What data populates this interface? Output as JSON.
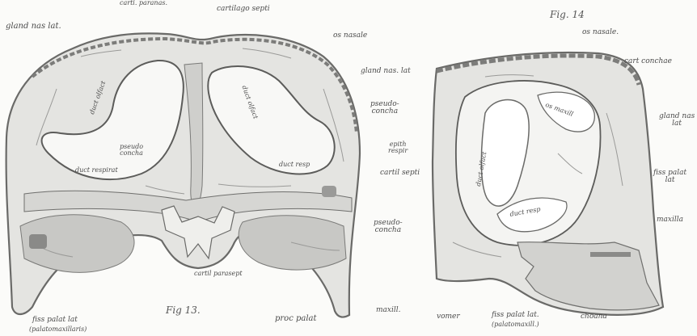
{
  "figures": [
    {
      "title": "Fig 13.",
      "labels": {
        "carti_paranas": "carti. paranas.",
        "cartilago_septi": "cartilago septi",
        "gland_nas_lat_top": "gland nas lat.",
        "os_nasale": "os nasale",
        "gland_nas_lat_right": "gland nas. lat",
        "pseudoconcha_top": "pseudo-\nconcha",
        "epith_respir": "epith\nrespir",
        "cartil_septi": "cartil septi",
        "pseudoconcha_low": "pseudo-\nconcha",
        "maxill": "maxill.",
        "proc_palat": "proc palat",
        "cartil_parasept": "cartil parasept",
        "fiss_palat_lat": "fiss palat lat",
        "palatomaxillaris": "(palatomaxillaris)",
        "duct_olfact_left": "duct olfact",
        "duct_olfact_right": "duct olfact",
        "pseudo_concha_inner": "pseudo\nconcha",
        "duct_respirat": "duct respirat",
        "duct_resp_right": "duct resp"
      }
    },
    {
      "title": "Fig. 14",
      "labels": {
        "os_nasale": "os nasale.",
        "cart_conchae": "cart conchae",
        "gland_nas_lat": "gland nas\nlat",
        "fiss_palat_lat_right": "fiss palat\nlat",
        "maxilla": "maxilla",
        "choana": "choana",
        "vomer": "vomer",
        "fiss_palat_lat_bottom": "fiss palat lat.",
        "palatomaxill": "(palatomaxill.)",
        "duct_olfact": "duct olfact",
        "duct_resp": "duct resp",
        "os_maxill": "os maxill"
      }
    }
  ],
  "colors": {
    "ink": "#4b4b4b",
    "tissue": "#d4d4d2",
    "tissue_dark": "#8a8a88",
    "background": "#fbfbf9"
  }
}
